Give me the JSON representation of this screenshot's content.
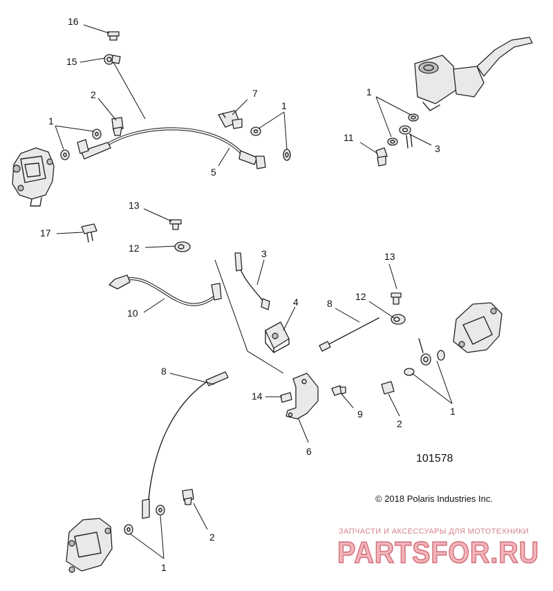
{
  "diagram": {
    "figure_number": "101578",
    "copyright": "© 2018 Polaris Industries Inc.",
    "watermark": {
      "line": "ЗАПЧАСТИ И АКСЕССУАРЫ ДЛЯ МОТОТЕХНИКИ",
      "logo": "PARTSFOR.RU"
    },
    "callouts": {
      "c16": "16",
      "c15": "15",
      "c2a": "2",
      "c1a": "1",
      "c7": "7",
      "c1b": "1",
      "c5": "5",
      "c1c": "1",
      "c11": "11",
      "c3a": "3",
      "c13a": "13",
      "c17": "17",
      "c12a": "12",
      "c3b": "3",
      "c4": "4",
      "c10": "10",
      "c13b": "13",
      "c8a": "8",
      "c12b": "12",
      "c8b": "8",
      "c14": "14",
      "c9": "9",
      "c2b": "2",
      "c1d": "1",
      "c6": "6",
      "c2c": "2",
      "c1e": "1"
    }
  }
}
